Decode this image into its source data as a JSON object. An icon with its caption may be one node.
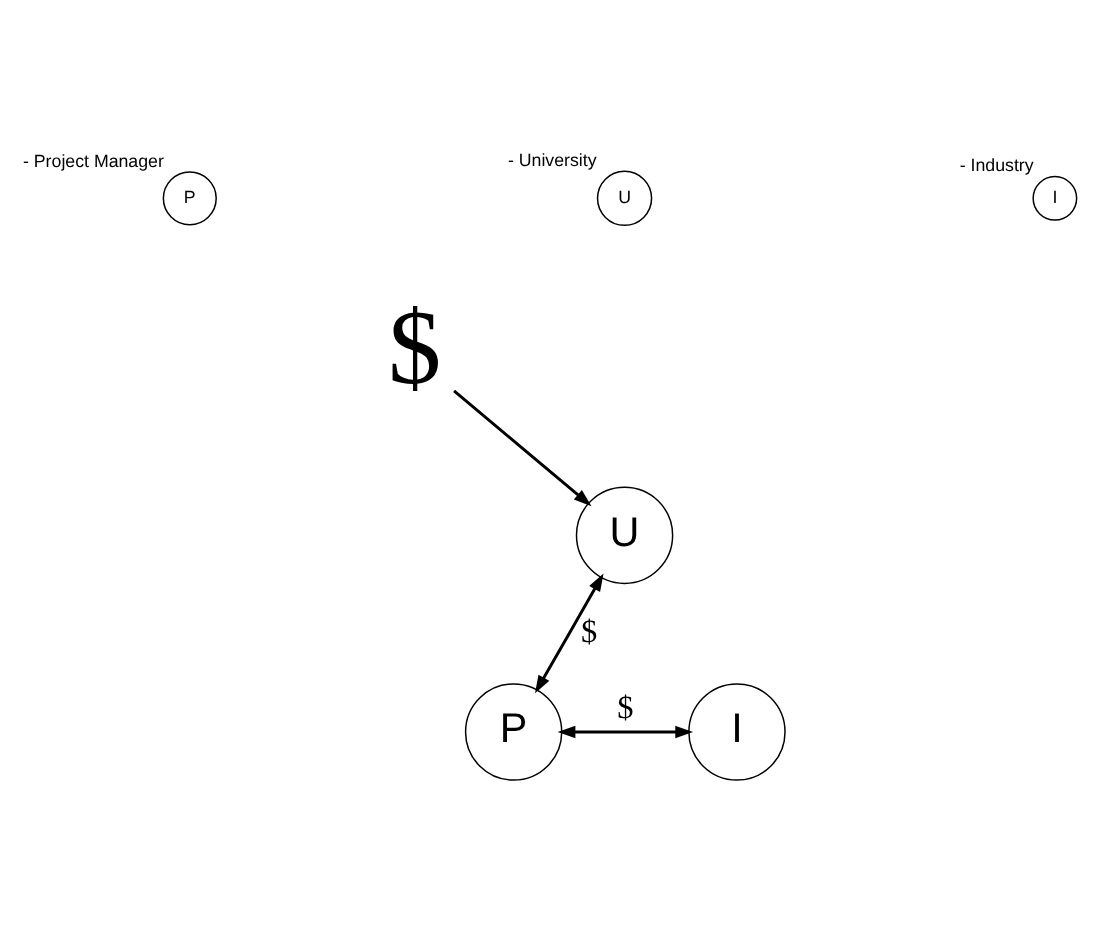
{
  "diagram": {
    "nodes": [
      {
        "text": [
          "P"
        ],
        "beside": [
          "- Project Manager"
        ]
      },
      {
        "text": [
          "U"
        ],
        "beside": [
          "- University"
        ]
      },
      {
        "text": [
          "I"
        ],
        "beside": [
          "- Industry"
        ]
      },
      {
        "text": [
          "$"
        ]
      },
      {
        "text": [
          "U"
        ]
      },
      {
        "text": [
          "I"
        ]
      },
      {
        "text": [
          "P"
        ]
      }
    ],
    "edges": [
      {
        "from": 3,
        "to": 4,
        "arrow": "to"
      },
      {
        "from": 4,
        "to": 6,
        "arrow": "both",
        "label": "$"
      },
      {
        "from": 6,
        "to": 5,
        "arrow": "both",
        "label": "$"
      }
    ]
  }
}
